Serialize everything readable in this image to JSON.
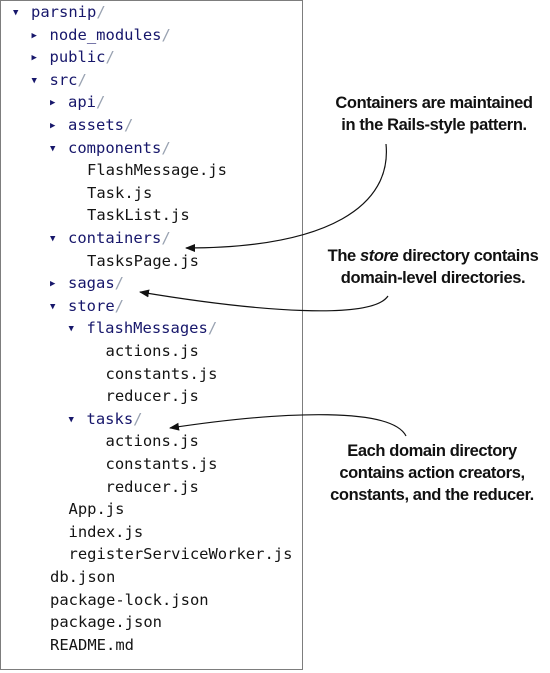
{
  "tree": [
    {
      "name": "parsnip",
      "suffix": "/",
      "depth": 0,
      "type": "dir",
      "expanded": true,
      "icon": "caret-down-icon"
    },
    {
      "name": "node_modules",
      "suffix": "/",
      "depth": 1,
      "type": "dir",
      "expanded": false,
      "icon": "caret-right-icon"
    },
    {
      "name": "public",
      "suffix": "/",
      "depth": 1,
      "type": "dir",
      "expanded": false,
      "icon": "caret-right-icon"
    },
    {
      "name": "src",
      "suffix": "/",
      "depth": 1,
      "type": "dir",
      "expanded": true,
      "icon": "caret-down-icon"
    },
    {
      "name": "api",
      "suffix": "/",
      "depth": 2,
      "type": "dir",
      "expanded": false,
      "icon": "caret-right-icon"
    },
    {
      "name": "assets",
      "suffix": "/",
      "depth": 2,
      "type": "dir",
      "expanded": false,
      "icon": "caret-right-icon"
    },
    {
      "name": "components",
      "suffix": "/",
      "depth": 2,
      "type": "dir",
      "expanded": true,
      "icon": "caret-down-icon"
    },
    {
      "name": "FlashMessage.js",
      "suffix": "",
      "depth": 4,
      "type": "file"
    },
    {
      "name": "Task.js",
      "suffix": "",
      "depth": 4,
      "type": "file"
    },
    {
      "name": "TaskList.js",
      "suffix": "",
      "depth": 4,
      "type": "file"
    },
    {
      "name": "containers",
      "suffix": "/",
      "depth": 2,
      "type": "dir",
      "expanded": true,
      "icon": "caret-down-icon"
    },
    {
      "name": "TasksPage.js",
      "suffix": "",
      "depth": 4,
      "type": "file"
    },
    {
      "name": "sagas",
      "suffix": "/",
      "depth": 2,
      "type": "dir",
      "expanded": false,
      "icon": "caret-right-icon"
    },
    {
      "name": "store",
      "suffix": "/",
      "depth": 2,
      "type": "dir",
      "expanded": true,
      "icon": "caret-down-icon"
    },
    {
      "name": "flashMessages",
      "suffix": "/",
      "depth": 3,
      "type": "dir",
      "expanded": true,
      "icon": "caret-down-icon"
    },
    {
      "name": "actions.js",
      "suffix": "",
      "depth": 5,
      "type": "file"
    },
    {
      "name": "constants.js",
      "suffix": "",
      "depth": 5,
      "type": "file"
    },
    {
      "name": "reducer.js",
      "suffix": "",
      "depth": 5,
      "type": "file"
    },
    {
      "name": "tasks",
      "suffix": "/",
      "depth": 3,
      "type": "dir",
      "expanded": true,
      "icon": "caret-down-icon"
    },
    {
      "name": "actions.js",
      "suffix": "",
      "depth": 5,
      "type": "file"
    },
    {
      "name": "constants.js",
      "suffix": "",
      "depth": 5,
      "type": "file"
    },
    {
      "name": "reducer.js",
      "suffix": "",
      "depth": 5,
      "type": "file"
    },
    {
      "name": "App.js",
      "suffix": "",
      "depth": 3,
      "type": "file"
    },
    {
      "name": "index.js",
      "suffix": "",
      "depth": 3,
      "type": "file"
    },
    {
      "name": "registerServiceWorker.js",
      "suffix": "",
      "depth": 3,
      "type": "file"
    },
    {
      "name": "db.json",
      "suffix": "",
      "depth": 2,
      "type": "file"
    },
    {
      "name": "package-lock.json",
      "suffix": "",
      "depth": 2,
      "type": "file"
    },
    {
      "name": "package.json",
      "suffix": "",
      "depth": 2,
      "type": "file"
    },
    {
      "name": "README.md",
      "suffix": "",
      "depth": 2,
      "type": "file"
    }
  ],
  "annotations": {
    "containers": {
      "line1": "Containers are maintained",
      "line2": "in the Rails-style pattern.",
      "points_to": "containers"
    },
    "store": {
      "line1_pre": "The ",
      "line1_em": "store",
      "line1_post": " directory contains",
      "line2": "domain-level directories.",
      "points_to": "store"
    },
    "domain": {
      "line1": "Each domain directory",
      "line2": "contains action creators,",
      "line3": "constants, and the reducer.",
      "points_to": "tasks"
    }
  },
  "colors": {
    "directory": "#17176b",
    "file": "#141414",
    "slash": "#9aa3b2",
    "border": "#7d7d7d",
    "arrow": "#111111"
  }
}
